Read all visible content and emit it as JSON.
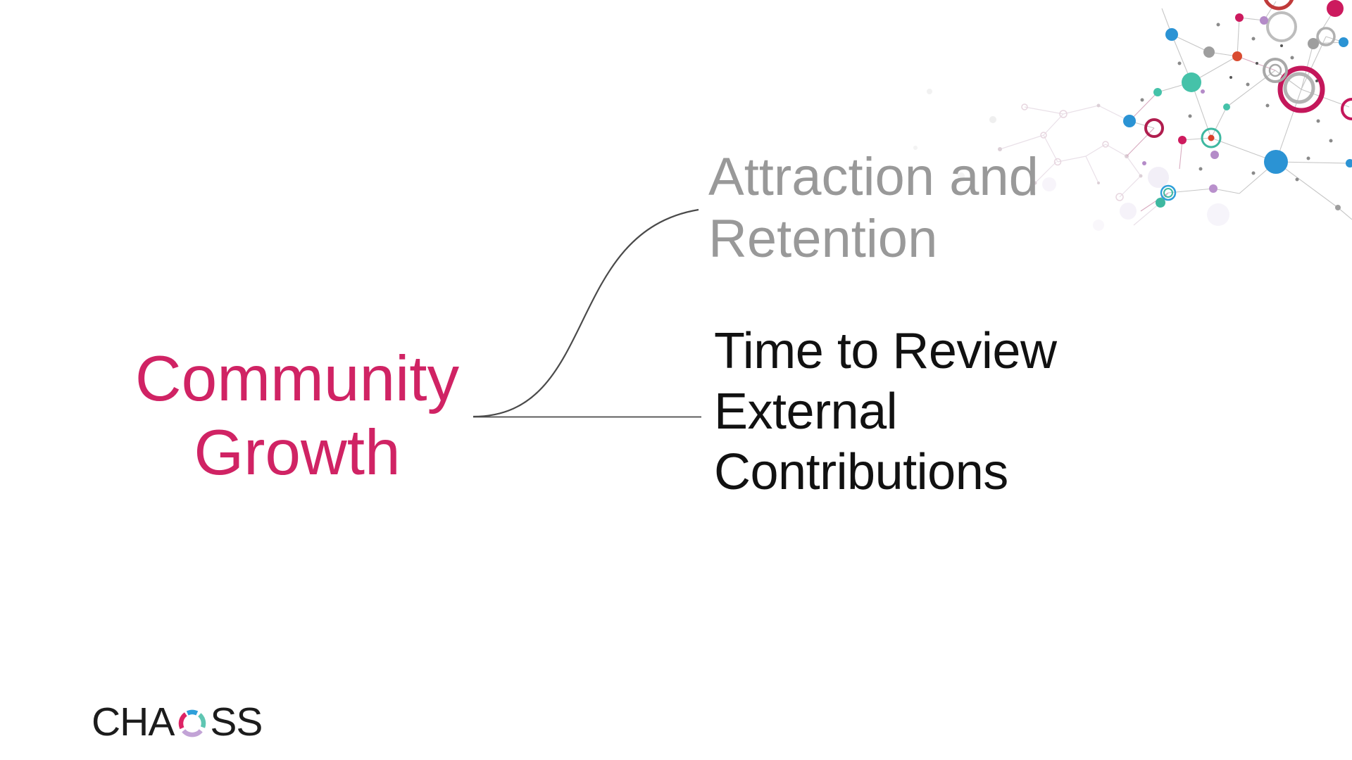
{
  "background_color": "#ffffff",
  "mindmap": {
    "connector_color": "#4a4a4a",
    "root": {
      "text": "Community Growth",
      "color": "#d02364",
      "lines": [
        "Community",
        "Growth"
      ]
    },
    "branches": [
      {
        "text": "Attraction and Retention",
        "color": "#999999",
        "lines": [
          "Attraction and",
          "Retention"
        ]
      },
      {
        "text": "Time to Review External Contributions",
        "color": "#111111",
        "lines": [
          "Time to Review",
          "External",
          "Contributions"
        ]
      }
    ]
  },
  "logo": {
    "text": "CHAOSS",
    "part_before_o": "CHA",
    "part_after_o": "SS",
    "text_color": "#1c1c1c",
    "ring": {
      "top": "#2e9fd9",
      "right": "#5fc6b2",
      "bottom": "#c2a3d6",
      "left": "#dd2365"
    }
  },
  "decoration": {
    "name": "network-graphic",
    "position": "top-right",
    "palette": {
      "blue": "#2b93d4",
      "teal": "#45c2a9",
      "crimson": "#c4175b",
      "pink": "#cc1a5e",
      "gray": "#9e9e9e",
      "purple": "#b48bc8",
      "red_orange": "#d94b30",
      "line_gray": "#c6c6c6",
      "line_pink": "#d8aabf"
    }
  }
}
